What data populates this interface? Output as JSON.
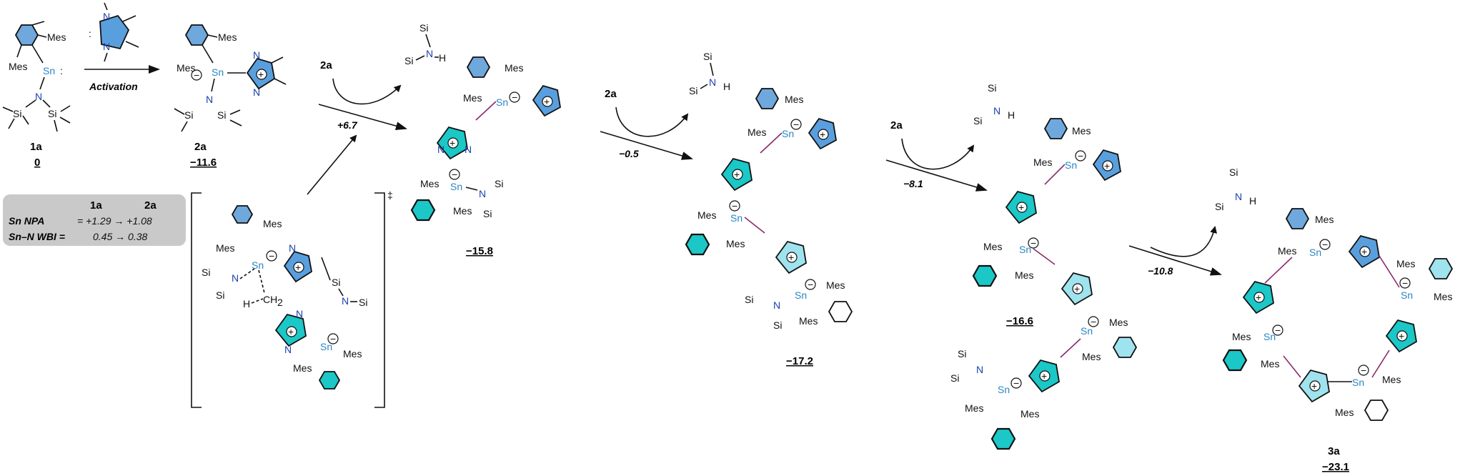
{
  "colors": {
    "aryl_blue": "#6fa8dc",
    "imid_blue": "#5a9fdd",
    "imid_cyan": "#1cc7c7",
    "aryl_light": "#9fe3ee",
    "ch2_link": "#8a2a6a",
    "n_atom": "#1b3fae",
    "sn_atom": "#2b86c4",
    "info_box": "#c9c9c9"
  },
  "atoms": {
    "sn": "Sn",
    "n": "N",
    "si": "Si",
    "h": "H",
    "mes": "Mes",
    "ch2": "CH",
    "ch2_sub": "2",
    "lone_pair": ":",
    "plus": "+",
    "minus": "−",
    "ts_mark": "‡"
  },
  "activation_label": "Activation",
  "compounds": {
    "c1a": {
      "label": "1a",
      "energy": "0"
    },
    "c2a": {
      "label": "2a",
      "energy": "−11.6"
    },
    "dimer": {
      "energy": "−15.8"
    },
    "trimer": {
      "energy": "−17.2"
    },
    "tetramer": {
      "energy": "−16.6"
    },
    "c3a": {
      "label": "3a",
      "energy": "−23.1"
    }
  },
  "steps": [
    {
      "reagent": "2a",
      "energy": "+6.7"
    },
    {
      "reagent": "2a",
      "energy": "−0.5"
    },
    {
      "reagent": "2a",
      "energy": "−8.1"
    },
    {
      "energy": "−10.8"
    }
  ],
  "info_box": {
    "col1": "1a",
    "col2": "2a",
    "row1_label": "Sn NPA",
    "row1_values": "= +1.29 → +1.08",
    "row2_label": "Sn–N WBI = ",
    "row2_values": "0.45  → 0.38"
  }
}
